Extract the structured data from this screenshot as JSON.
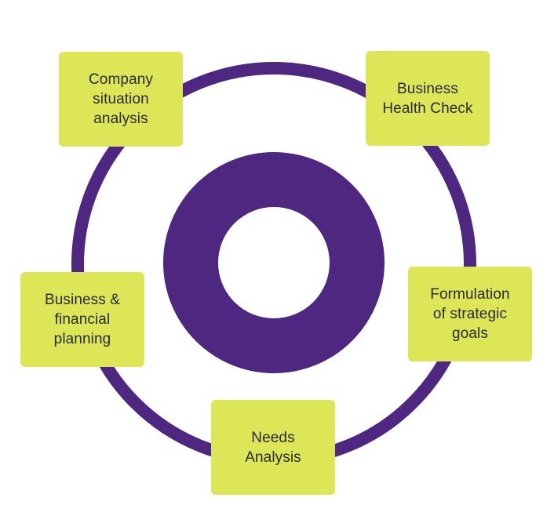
{
  "colors": {
    "ring": "#4e2780",
    "box": "#dde657",
    "text": "#2a2a2a",
    "background": "#ffffff"
  },
  "cycle": {
    "steps": [
      {
        "label": "Company\nsituation\nanalysis"
      },
      {
        "label": "Business\nHealth Check"
      },
      {
        "label": "Formulation\nof strategic\ngoals"
      },
      {
        "label": "Needs\nAnalysis"
      },
      {
        "label": "Business &\nfinancial\nplanning"
      }
    ]
  }
}
